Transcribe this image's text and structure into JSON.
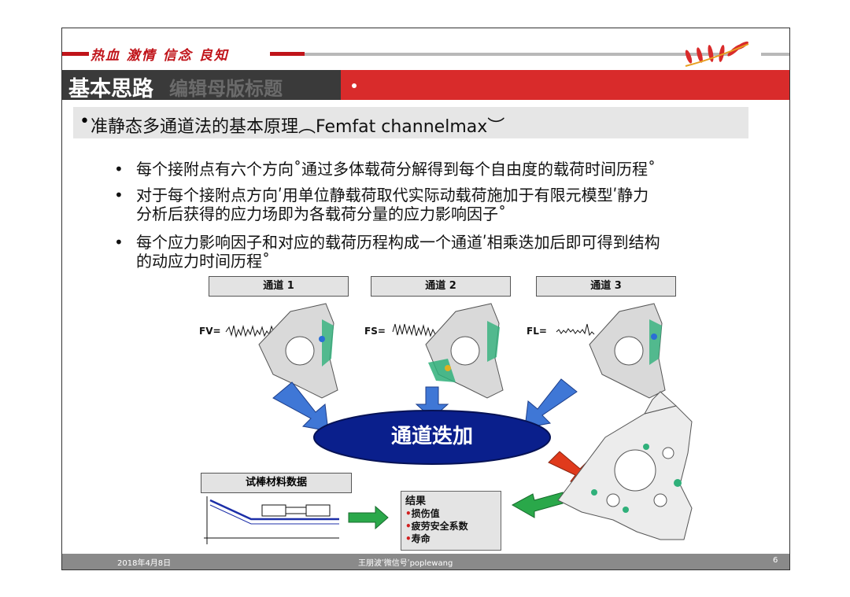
{
  "header": {
    "motto": "热血 激情 信念 良知",
    "title": "基本思路",
    "title_ghost": "编辑母版标题"
  },
  "main": {
    "heading": "准静态多通道法的基本原理︵Femfat channelmax︶",
    "bullets": [
      "每个接附点有六个方向˚通过多体载荷分解得到每个自由度的载荷时间历程˚",
      "对于每个接附点方向ʹ用单位静载荷取代实际动载荷施加于有限元模型ʹ静力",
      "分析后获得的应力场即为各载荷分量的应力影响因子˚",
      "每个应力影响因子和对应的载荷历程构成一个通道ʹ相乘迭加后即可得到结构",
      "的动应力时间历程˚"
    ]
  },
  "diagram": {
    "channels": [
      "通道 1",
      "通道 2",
      "通道 3"
    ],
    "forces": [
      "FV=",
      "FS=",
      "FL="
    ],
    "superposition": "通道迭加",
    "material_label": "试棒材料数据",
    "result_title": "结果",
    "results": [
      "损伤值",
      "疲劳安全系数",
      "寿命"
    ]
  },
  "footer": {
    "date": "2018年4月8日",
    "author": "王朋波ʹ微信号ʹpoplewang",
    "page": "6"
  },
  "colors": {
    "red": "#d92b2b",
    "dark": "#3a3a3a",
    "ellipse": "#0a1f8c",
    "arrow_blue": "#3f77d6",
    "arrow_green": "#2aa84a",
    "arrow_red": "#e03a1c"
  }
}
